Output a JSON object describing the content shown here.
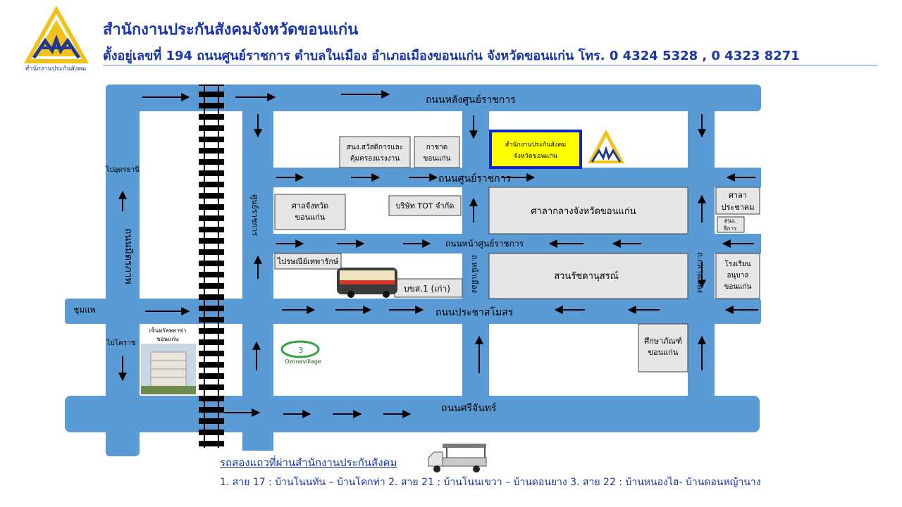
{
  "header": {
    "title": "สำนักงานประกันสังคมจังหวัดขอนแก่น",
    "address": "ตั้งอยู่เลขที่ 194 ถนนศูนย์ราชการ  ตำบลในเมือง อำเภอเมืองขอนแก่น จังหวัดขอนแก่น โทร. 0 4324 5328 , 0 4323 8271",
    "logo_caption": "สำนักงานประกันสังคม"
  },
  "colors": {
    "road": "#5b9bd5",
    "block": "#e7e6e6",
    "title_text": "#1b36a8",
    "highlight_fill": "#ffff00",
    "highlight_border": "#0a24c8"
  },
  "map": {
    "roads": {
      "lang_soon": "ถนนหลังศูนย์ราชการ",
      "soon_ratchakan": "ถนนศูนย์ราชการ",
      "na_soon": "ถนนหน้าศูนย์ราชการ",
      "prachasamosorn": "ถนนประชาสโมสร",
      "srichan": "ถนนศรีจันทร์",
      "mittraphap": "ถนนมิตรภาพ",
      "soon_ratchakan_vertical": "ศูนย์ราชการ",
      "na_muang_left": "ถ.หน้าเมือง",
      "klang_muang": "ถ.กลางเมือง"
    },
    "places": {
      "sso_office": [
        "สำนักงานประกันสังคม",
        "จังหวัดขอนแก่น"
      ],
      "welfare_office": [
        "สนง.สวัสดิการและ",
        "คุ้มครองแรงงาน"
      ],
      "red_cross": [
        "กาชาด",
        "ขอนแก่น"
      ],
      "court": [
        "ศาลจังหวัด",
        "ขอนแก่น"
      ],
      "tot": "บริษัท TOT จำกัด",
      "city_hall": "ศาลากลางจังหวัดขอนแก่น",
      "post_office": "ไปรษณีย์เทพารักษ์",
      "bus_station": "บขส.1 (เก่า)",
      "park": "สวนรัชดานุสรณ์",
      "city_pillar": [
        "ศาลา",
        "ประชาคม"
      ],
      "agency": [
        "สนง.",
        "ธิการ"
      ],
      "kindergarten": [
        "โรงเรียน",
        "อนุบาล",
        "ขอนแก่น"
      ],
      "education_store": [
        "ศึกษาภัณฑ์",
        "ขอนแก่น"
      ],
      "central_plaza": [
        "เซ็นทรัลพลาซ่า",
        "ขอนแก่น"
      ],
      "ozone_village": "Ozonevillage"
    },
    "directions": {
      "to_udon": "ไปอุดรธานี",
      "to_korat": "ไปโคราช",
      "chum_phae": "ชุมแพ"
    }
  },
  "footer": {
    "title": "รถสองแถวที่ผ่านสำนักงานประกันสังคม",
    "routes": "1. สาย 17 : บ้านโนนทัน – บ้านโคกท่า 2. สาย 21 : บ้านโนนเขวา – บ้านดอนยาง 3. สาย 22 : บ้านหนองไฮ- บ้านดอนหญ้านาง"
  }
}
